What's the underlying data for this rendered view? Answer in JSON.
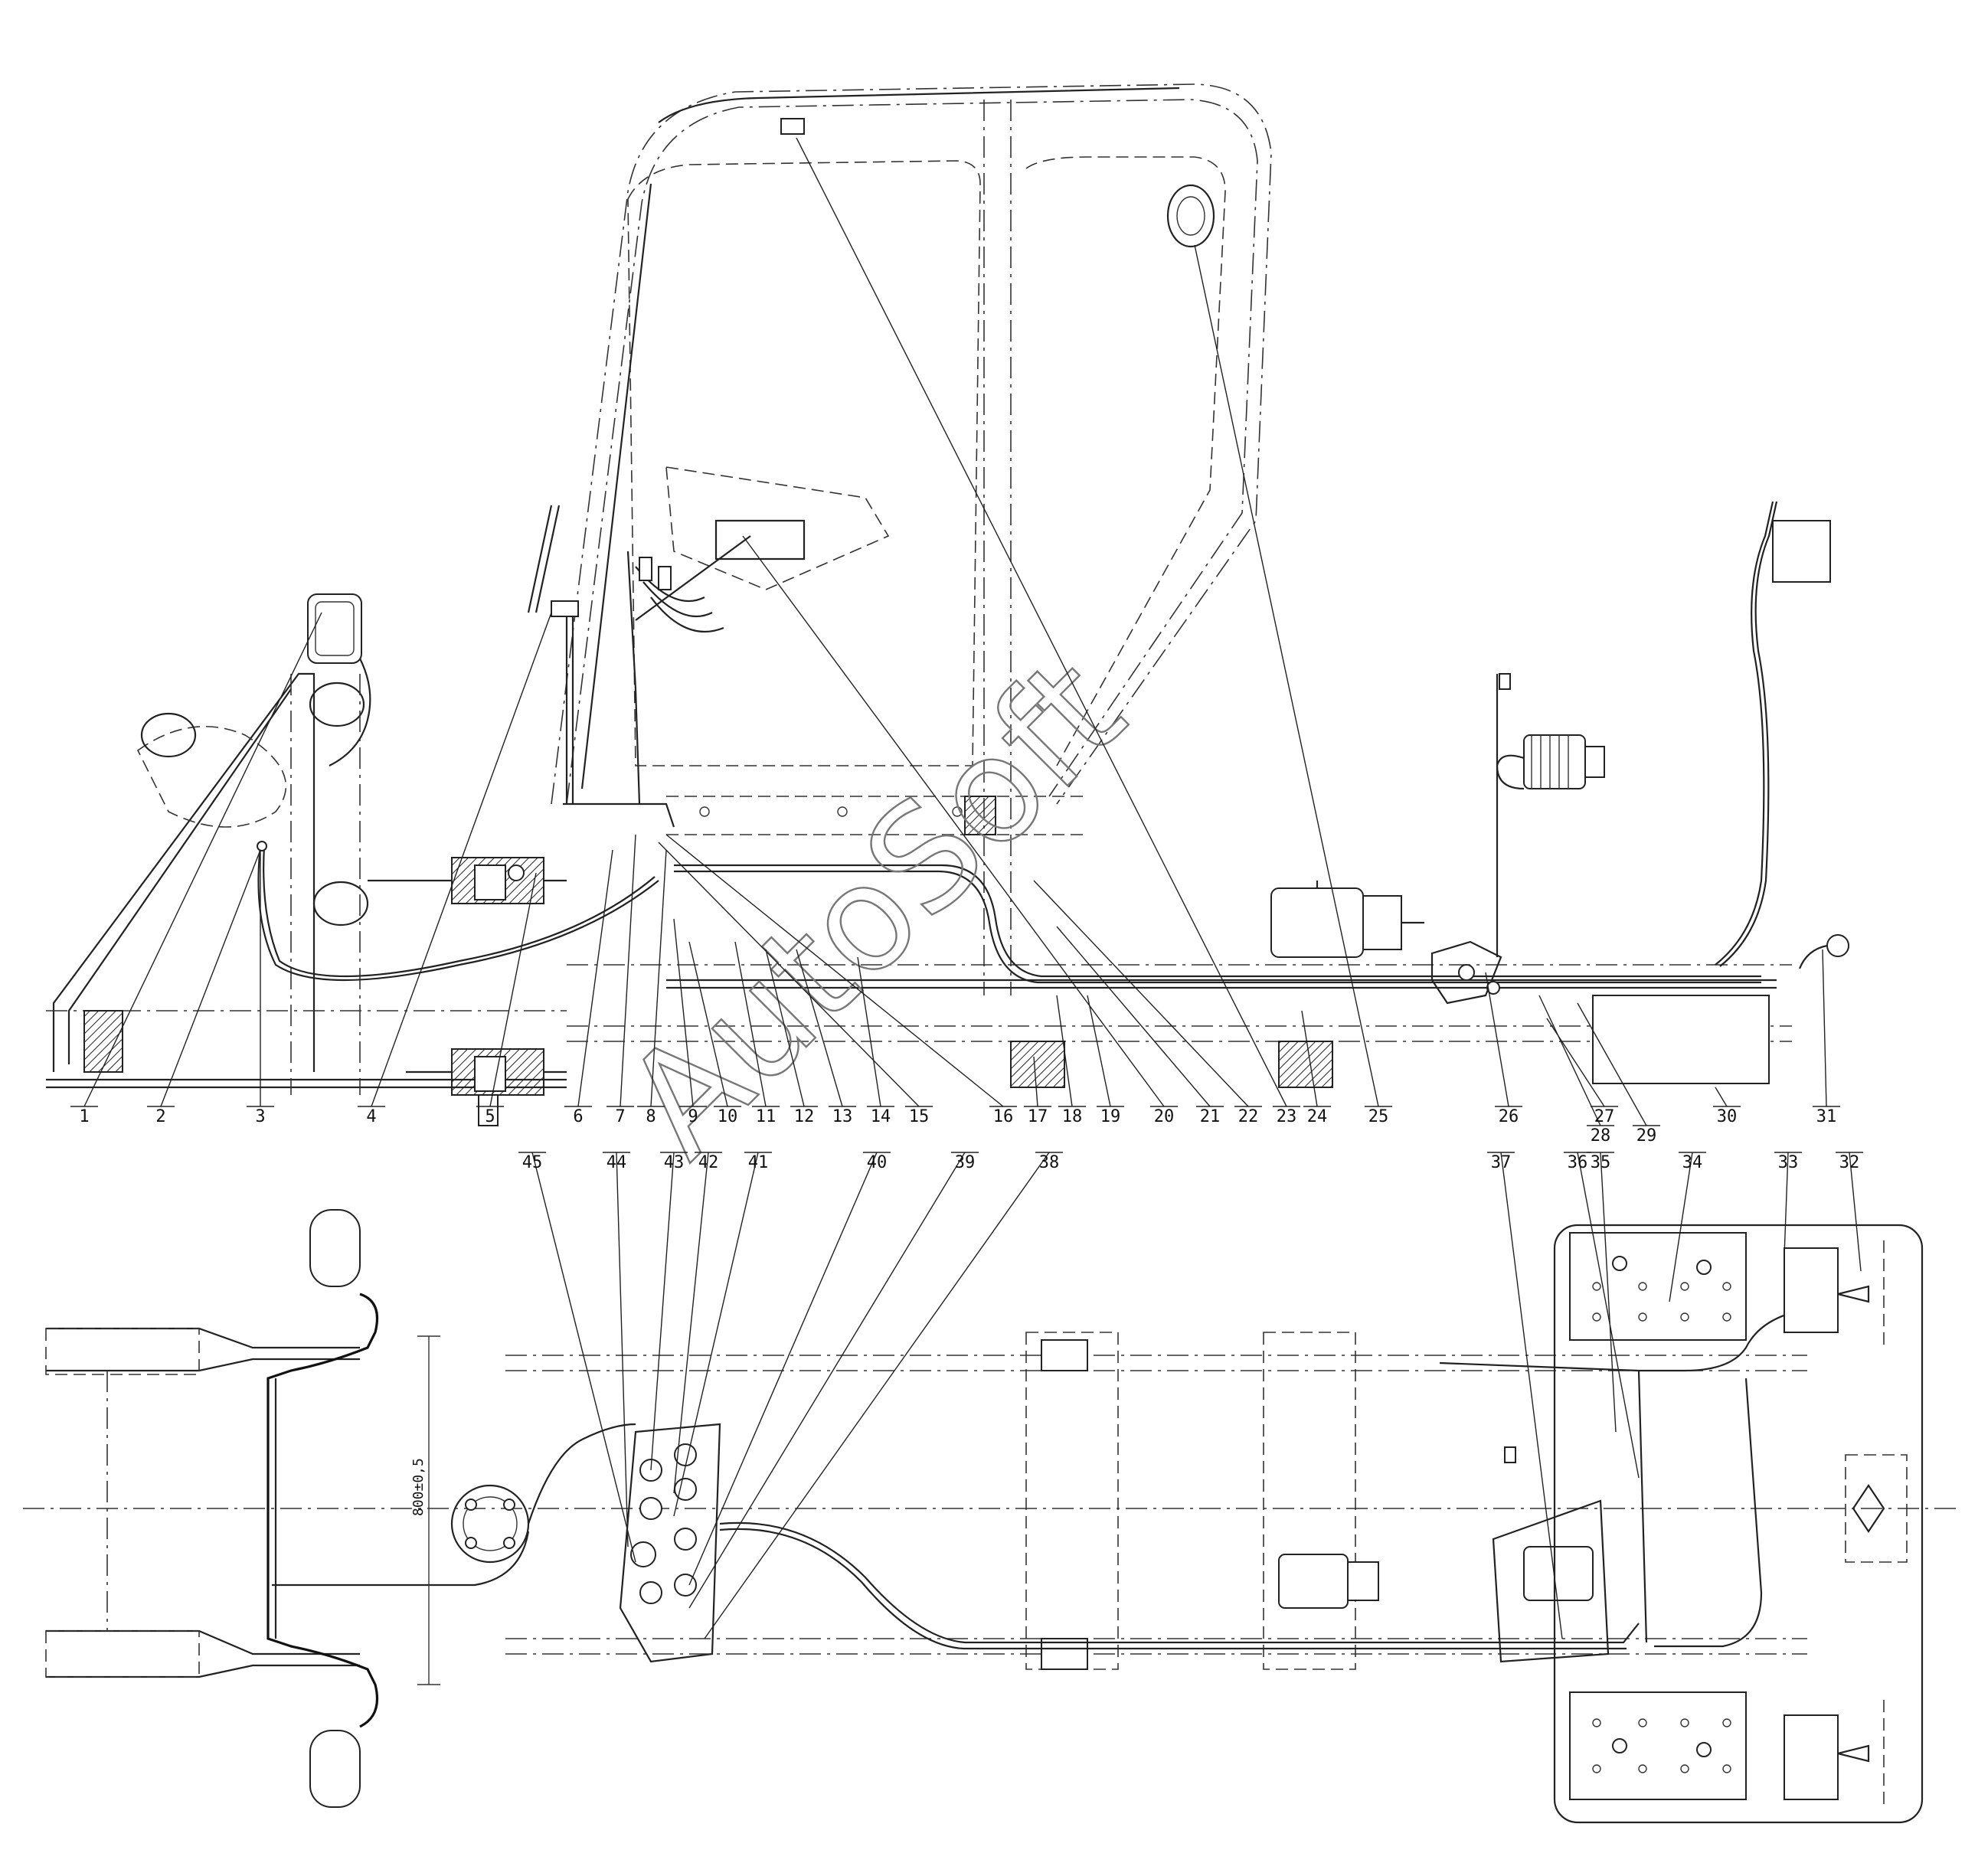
{
  "watermark": "AutoSoft",
  "dimension_label": "800±0,5",
  "callouts_top": [
    "1",
    "2",
    "3",
    "4",
    "5",
    "6",
    "7",
    "8",
    "9",
    "10",
    "11",
    "12",
    "13",
    "14",
    "15",
    "16",
    "17",
    "18",
    "19",
    "20",
    "21",
    "22",
    "23",
    "24",
    "25",
    "26",
    "27",
    "28",
    "29",
    "30",
    "31"
  ],
  "callouts_bottom": [
    "45",
    "44",
    "43",
    "42",
    "41",
    "40",
    "39",
    "38",
    "37",
    "36",
    "35",
    "34",
    "33",
    "32"
  ]
}
